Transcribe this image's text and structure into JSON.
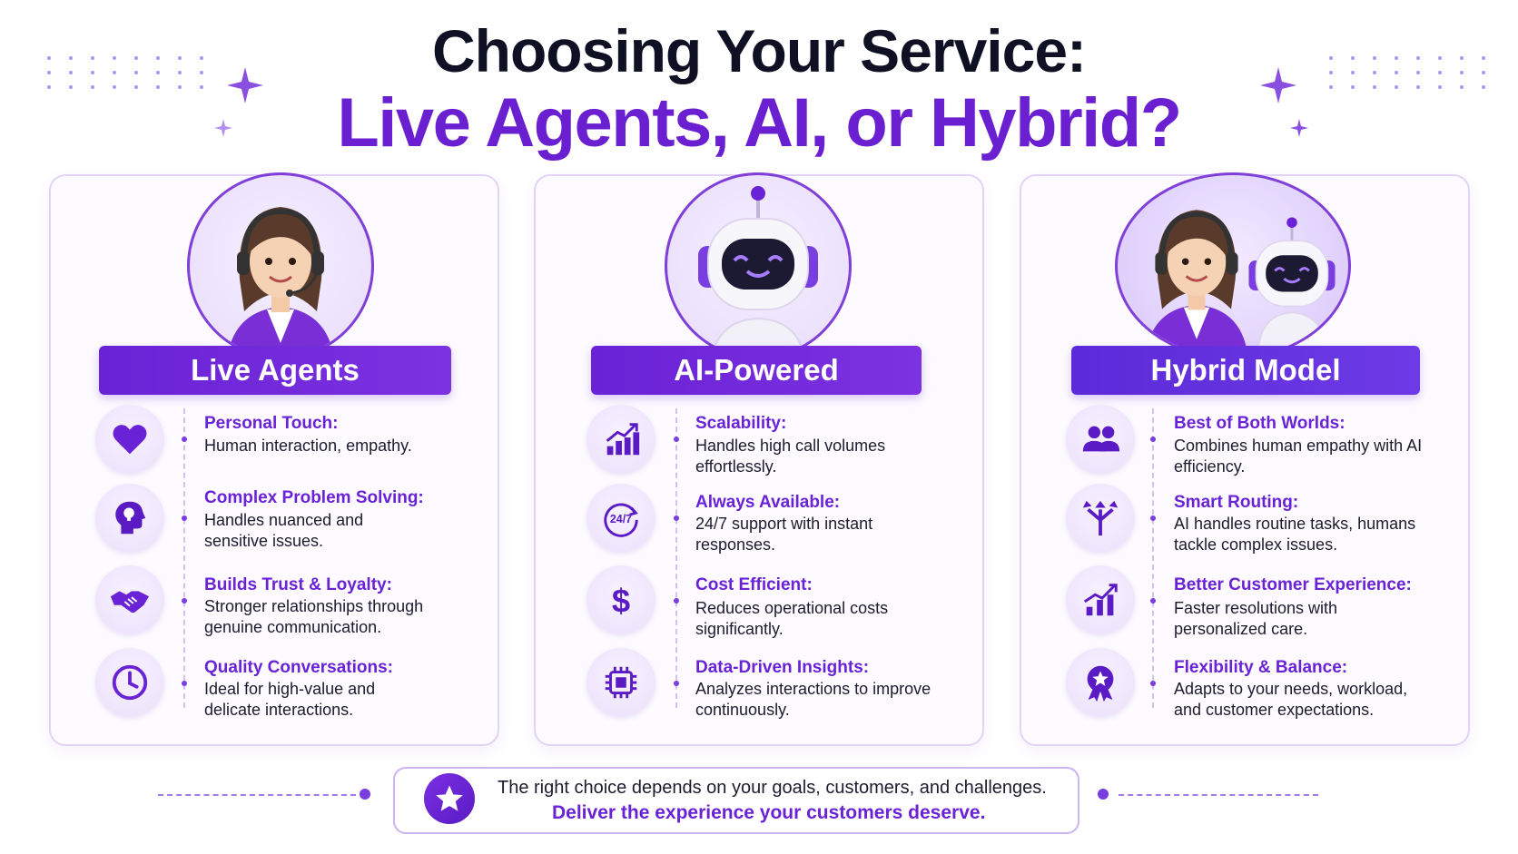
{
  "header": {
    "title_line1": "Choosing Your Service:",
    "title_line2": "Live Agents, AI, or Hybrid?"
  },
  "colors": {
    "accent": "#6a22d6",
    "dark_text": "#0f1024",
    "card_border": "#e2d4f6"
  },
  "cards": [
    {
      "title": "Live Agents",
      "features": [
        {
          "icon": "heart-icon",
          "title": "Personal Touch:",
          "desc": "Human interaction, empathy."
        },
        {
          "icon": "head-lightbulb-icon",
          "title": "Complex Problem Solving:",
          "desc": "Handles nuanced and sensitive issues."
        },
        {
          "icon": "handshake-icon",
          "title": "Builds Trust & Loyalty:",
          "desc": "Stronger relationships through genuine communication."
        },
        {
          "icon": "clock-icon",
          "title": "Quality Conversations:",
          "desc": "Ideal for high-value and delicate interactions."
        }
      ]
    },
    {
      "title": "AI-Powered",
      "features": [
        {
          "icon": "bar-chart-up-icon",
          "title": "Scalability:",
          "desc": "Handles high call volumes effortlessly."
        },
        {
          "icon": "twenty-four-seven-icon",
          "title": "Always Available:",
          "desc": "24/7 support with instant responses.",
          "icon_text": "24/7"
        },
        {
          "icon": "dollar-icon",
          "title": "Cost Efficient:",
          "desc": "Reduces operational costs significantly.",
          "icon_text": "$"
        },
        {
          "icon": "chip-icon",
          "title": "Data-Driven Insights:",
          "desc": "Analyzes interactions to improve continuously."
        }
      ]
    },
    {
      "title": "Hybrid Model",
      "features": [
        {
          "icon": "people-icon",
          "title": "Best of Both Worlds:",
          "desc": "Combines human empathy with AI efficiency."
        },
        {
          "icon": "routing-arrows-icon",
          "title": "Smart Routing:",
          "desc": "AI handles routine tasks, humans tackle complex issues."
        },
        {
          "icon": "growth-chart-icon",
          "title": "Better Customer Experience:",
          "desc": "Faster resolutions with personalized care."
        },
        {
          "icon": "award-ribbon-icon",
          "title": "Flexibility & Balance:",
          "desc": "Adapts to your needs, workload, and customer expectations."
        }
      ]
    }
  ],
  "footer": {
    "line1": "The right choice depends on your goals, customers, and challenges.",
    "line2": "Deliver the experience your customers deserve."
  }
}
